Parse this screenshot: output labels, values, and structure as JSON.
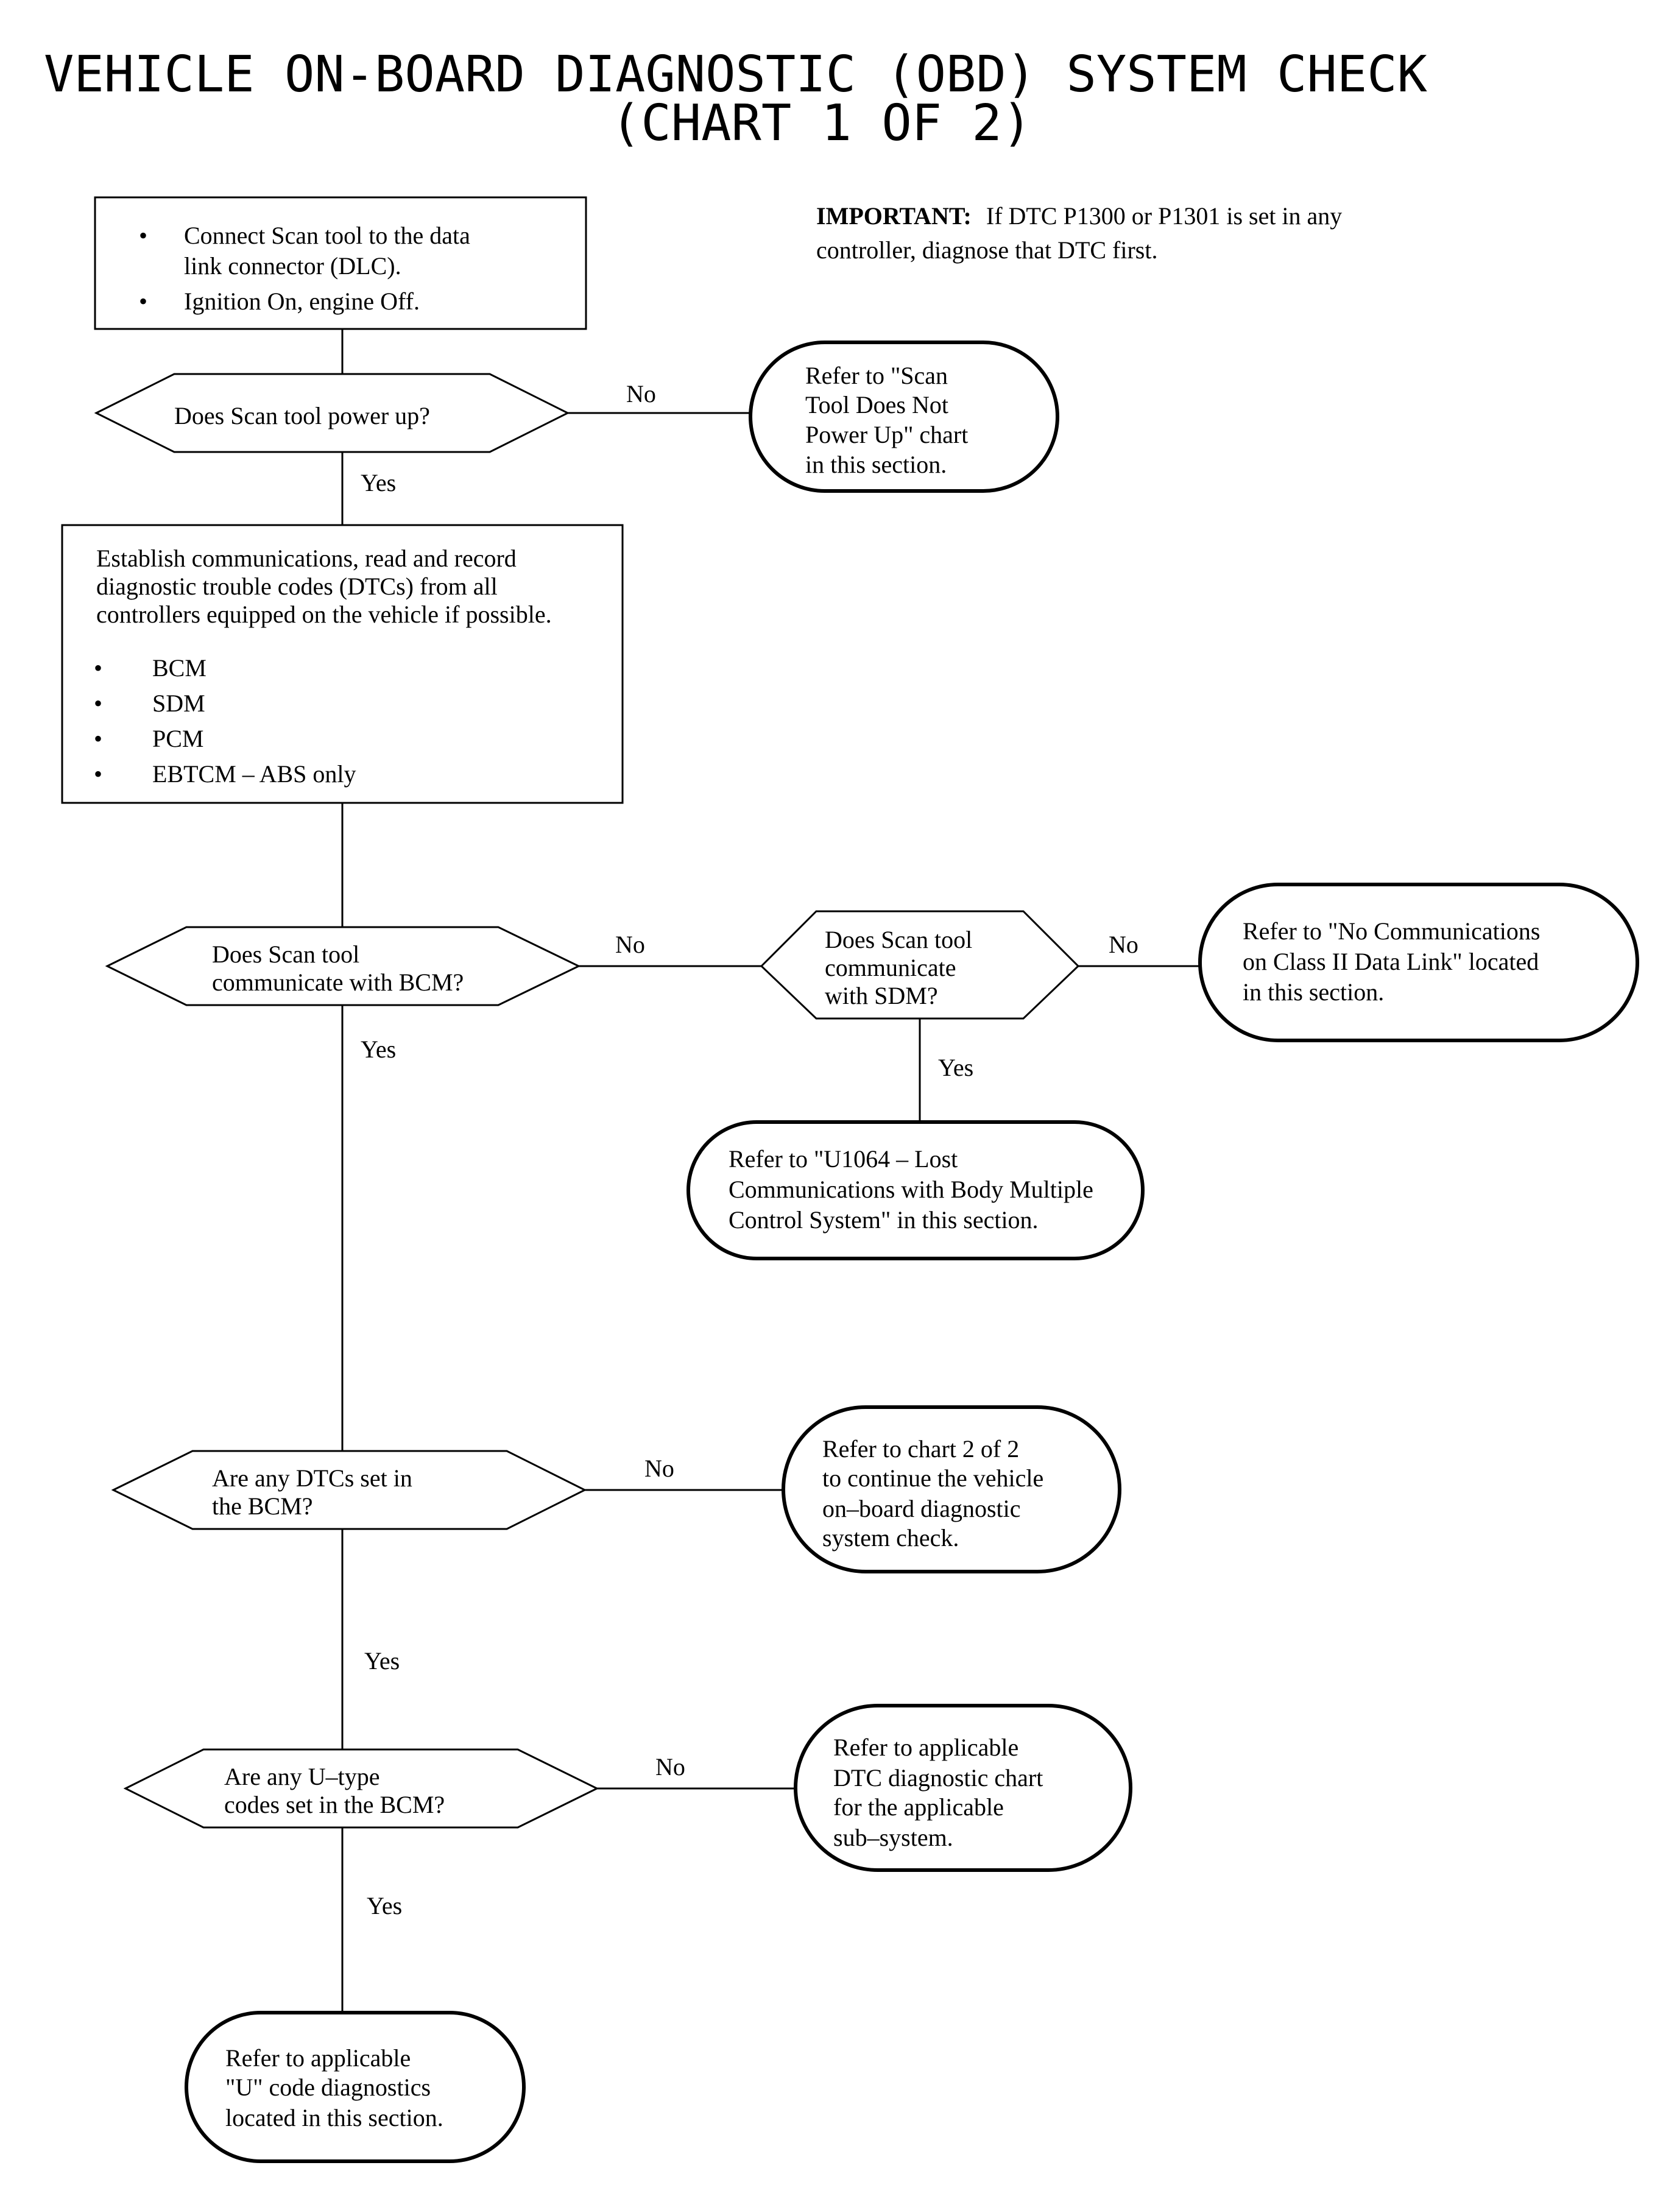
{
  "title": {
    "line1": "VEHICLE ON-BOARD DIAGNOSTIC (OBD) SYSTEM CHECK",
    "line2": "(CHART 1 OF 2)"
  },
  "important": {
    "label": "IMPORTANT:",
    "line1": "If DTC P1300 or P1301 is set in any",
    "line2": "controller, diagnose that DTC first."
  },
  "connect_box": {
    "bullet1": [
      "Connect Scan tool to the data",
      "link connector (DLC)."
    ],
    "bullet2": [
      "Ignition On, engine Off."
    ]
  },
  "decision_power": {
    "lines": [
      "Does Scan tool power up?"
    ]
  },
  "terminal_power": {
    "lines": [
      "Refer to \"Scan",
      "Tool Does Not",
      "Power Up\" chart",
      "in this section."
    ]
  },
  "establish_box": {
    "lines": [
      "Establish communications, read and record",
      "diagnostic trouble codes (DTCs) from all",
      "controllers equipped on the vehicle if possible."
    ],
    "items": [
      "BCM",
      "SDM",
      "PCM",
      "EBTCM – ABS only"
    ]
  },
  "decision_bcm": {
    "lines": [
      "Does Scan tool",
      "communicate with BCM?"
    ]
  },
  "decision_sdm": {
    "lines": [
      "Does Scan tool",
      "communicate",
      "with SDM?"
    ]
  },
  "terminal_no_comm": {
    "lines": [
      "Refer to \"No Communications",
      "on Class II Data Link\" located",
      "in this section."
    ]
  },
  "terminal_u1064": {
    "lines": [
      "Refer to \"U1064 – Lost",
      "Communications with Body Multiple",
      "Control System\" in this section."
    ]
  },
  "decision_dtcs": {
    "lines": [
      "Are any DTCs set in",
      "the BCM?"
    ]
  },
  "terminal_chart2": {
    "lines": [
      "Refer to chart 2 of 2",
      "to continue the vehicle",
      "on–board diagnostic",
      "system check."
    ]
  },
  "decision_utype": {
    "lines": [
      "Are any U–type",
      "codes set in the BCM?"
    ]
  },
  "terminal_dtc_chart": {
    "lines": [
      "Refer to applicable",
      "DTC diagnostic chart",
      "for the applicable",
      "sub–system."
    ]
  },
  "terminal_u_code": {
    "lines": [
      "Refer to applicable",
      "\"U\" code diagnostics",
      "located in this section."
    ]
  },
  "labels": {
    "power_no": "No",
    "power_yes": "Yes",
    "bcm_no": "No",
    "bcm_yes": "Yes",
    "sdm_no": "No",
    "sdm_yes": "Yes",
    "dtcs_no": "No",
    "dtcs_yes": "Yes",
    "utype_no": "No",
    "utype_yes": "Yes"
  }
}
